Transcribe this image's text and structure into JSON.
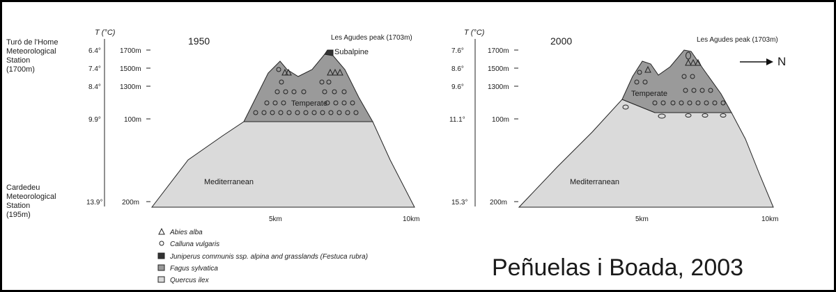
{
  "colors": {
    "border": "#000000",
    "mediterranean": "#dadada",
    "temperate": "#9a9a9a",
    "subalpine": "#333333",
    "line": "#222222"
  },
  "left_station": {
    "top": [
      "Turó de l'Home",
      "Meteorological",
      "Station",
      "(1700m)"
    ],
    "bottom": [
      "Cardedeu",
      "Meteorological",
      "Station",
      "(195m)"
    ]
  },
  "panel_1950": {
    "year": "1950",
    "peak_label": "Les Agudes peak (1703m)",
    "t_axis_title": "T (°C)",
    "temps": [
      "6.4°",
      "7.4°",
      "8.4°",
      "9.9°",
      "13.9°"
    ],
    "alts": [
      "1700m",
      "1500m",
      "1300m",
      "100m",
      "200m"
    ],
    "zones": {
      "subalpine": "Subalpine",
      "temperate": "Temperate",
      "mediterranean": "Mediterranean"
    },
    "x_ticks": [
      "5km",
      "10km"
    ]
  },
  "panel_2000": {
    "year": "2000",
    "peak_label": "Les Agudes peak (1703m)",
    "t_axis_title": "T (°C)",
    "temps": [
      "7.6°",
      "8.6°",
      "9.6°",
      "11.1°",
      "15.3°"
    ],
    "alts": [
      "1700m",
      "1500m",
      "1300m",
      "100m",
      "200m"
    ],
    "zones": {
      "temperate": "Temperate",
      "mediterranean": "Mediterranean"
    },
    "x_ticks": [
      "5km",
      "10km"
    ],
    "north": "N"
  },
  "legend": [
    {
      "symbol": "triangle-icon",
      "text": "Abies alba",
      "italic": true
    },
    {
      "symbol": "circle-icon",
      "text": "Calluna vulgaris",
      "italic": true
    },
    {
      "symbol": "dark-square-icon",
      "text_a": "Juniperus communis ssp. alpina and grasslands (",
      "text_b": "Festuca rubra",
      "text_c": ")"
    },
    {
      "symbol": "mid-square-icon",
      "text": "Fagus sylvatica",
      "italic": true
    },
    {
      "symbol": "light-square-icon",
      "text": "Quercus ilex",
      "italic": true
    }
  ],
  "credit": "Peñuelas i Boada, 2003"
}
